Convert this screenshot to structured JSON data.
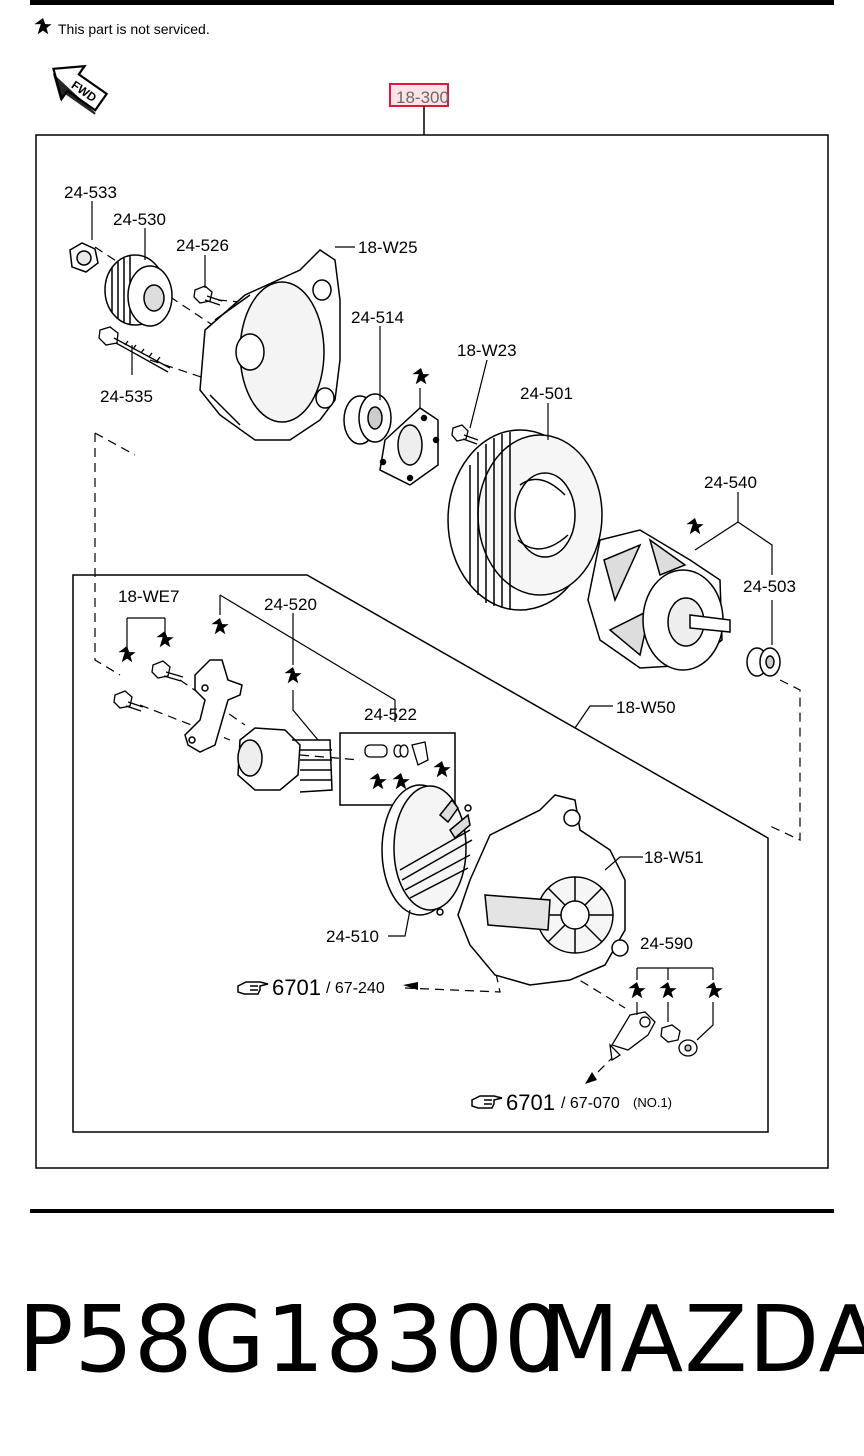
{
  "note": {
    "star": "★",
    "text": "This part is not serviced."
  },
  "fwd_label": "FWD",
  "assembly_ref": "18-300",
  "callouts": {
    "c24_533": "24-533",
    "c24_530": "24-530",
    "c24_526": "24-526",
    "c18_w25": "18-W25",
    "c24_514": "24-514",
    "c18_w23": "18-W23",
    "c24_535": "24-535",
    "c24_501": "24-501",
    "c24_540": "24-540",
    "c24_503": "24-503",
    "c18_we7": "18-WE7",
    "c24_520": "24-520",
    "c24_522": "24-522",
    "c18_w50": "18-W50",
    "c18_w51": "18-W51",
    "c24_510": "24-510",
    "c24_590": "24-590"
  },
  "refs": {
    "ref1": {
      "main": "6701",
      "sub": "/ 67-240"
    },
    "ref2": {
      "main": "6701",
      "sub": "/ 67-070",
      "extra": "(NO.1)"
    }
  },
  "footer": {
    "part_number": "P58G18300",
    "brand": "MAZDA"
  },
  "colors": {
    "highlight": "#d81b3a",
    "line": "#000000"
  }
}
